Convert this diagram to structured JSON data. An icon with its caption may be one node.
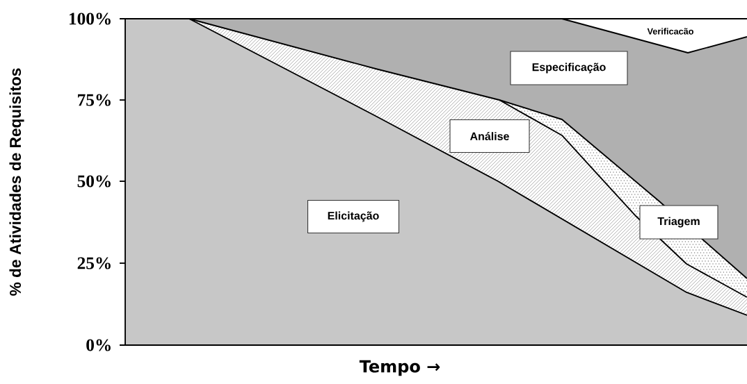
{
  "diagram": {
    "nodes": [
      {
        "text": [
          "Verificacão"
        ]
      },
      {
        "text": [
          "Especificação"
        ]
      },
      {
        "text": [
          "Análise"
        ]
      },
      {
        "text": [
          "Elicitação"
        ]
      },
      {
        "text": [
          "Triagem"
        ]
      }
    ],
    "labels": [
      "% de Atividades de Requisitos",
      "100%",
      "75%",
      "50%",
      "25%",
      "0%",
      "Tempo →"
    ]
  }
}
